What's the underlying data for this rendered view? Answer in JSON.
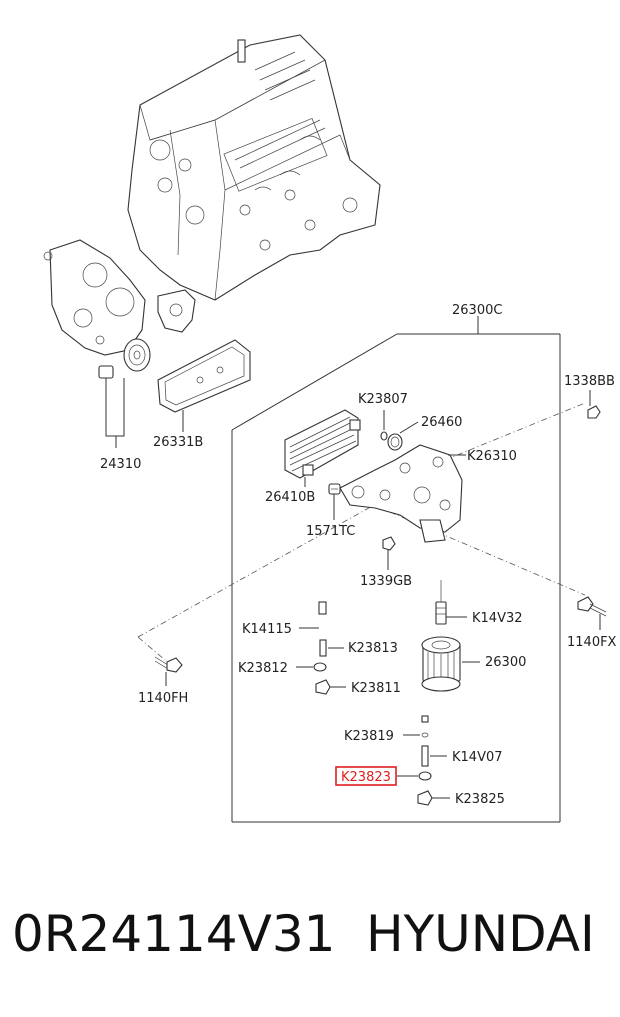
{
  "labels": {
    "l26300C": "26300C",
    "l1338BB": "1338BB",
    "l26331B": "26331B",
    "l24310": "24310",
    "lK23807": "K23807",
    "l26460": "26460",
    "lK26310": "K26310",
    "l26410B": "26410B",
    "l1571TC": "1571TC",
    "l1339GB": "1339GB",
    "lK14V32": "K14V32",
    "l1140FX": "1140FX",
    "lK14115": "K14115",
    "lK23813": "K23813",
    "l26300": "26300",
    "lK23812": "K23812",
    "lK23811": "K23811",
    "l1140FH": "1140FH",
    "lK23819": "K23819",
    "lK14V07": "K14V07",
    "lK23823": "K23823",
    "lK23825": "K23825"
  },
  "highlight_color": "#e02020",
  "caption": {
    "part_number": "0R24114V31",
    "brand": "HYUNDAI"
  }
}
